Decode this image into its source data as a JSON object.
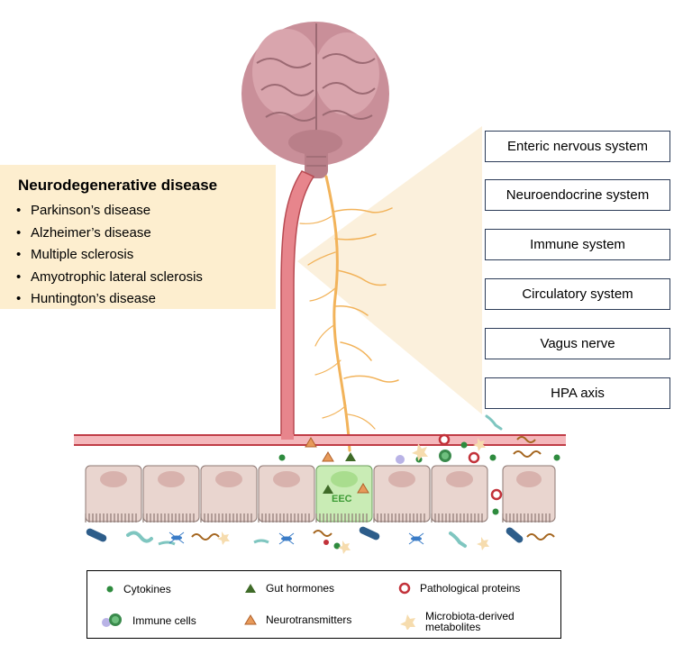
{
  "disease_panel": {
    "title": "Neurodegenerative disease",
    "items": [
      "Parkinson’s disease",
      "Alzheimer’s disease",
      "Multiple sclerosis",
      "Amyotrophic lateral sclerosis",
      "Huntington’s disease"
    ]
  },
  "systems": [
    "Enteric nervous system",
    "Neuroendocrine system",
    "Immune system",
    "Circulatory system",
    "Vagus nerve",
    "HPA axis"
  ],
  "eec_label": "EEC",
  "legend": {
    "cytokines": "Cytokines",
    "gut_hormones": "Gut hormones",
    "pathological_proteins": "Pathological proteins",
    "immune_cells": "Immune cells",
    "neurotransmitters": "Neurotransmitters",
    "microbiota_metabolites_line1": "Microbiota-derived",
    "microbiota_metabolites_line2": "metabolites"
  },
  "colors": {
    "panel_bg": "#fdeecf",
    "brain": "#c98f99",
    "vessel": "#e06a73",
    "nerve": "#f2b35a",
    "epithelium": "#e9d5cf",
    "eec_cell": "#c9ecb5",
    "cytokine": "#2e8b3e",
    "gut_hormone": "#3f6b28",
    "neurotransmitter": "#e79a5a",
    "pathological_protein": "#c2323a",
    "metabolite": "#f6dcae"
  }
}
